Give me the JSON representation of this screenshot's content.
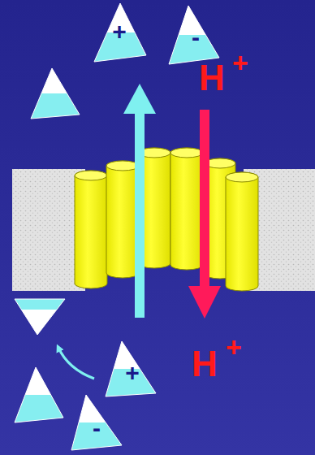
{
  "diagram": {
    "nodes": [
      {
        "text": [
          "+"
        ]
      },
      {
        "text": [
          "-"
        ]
      },
      {
        "text": [
          "+"
        ]
      },
      {
        "text": [
          "-"
        ]
      }
    ],
    "labels": [
      "H",
      "+",
      "H",
      "+"
    ]
  }
}
